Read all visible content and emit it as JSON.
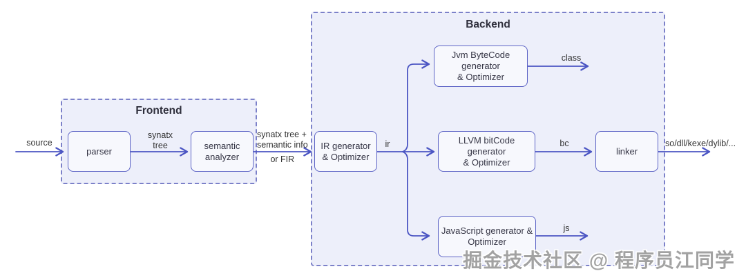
{
  "frontend": {
    "title": "Frontend",
    "parser": {
      "label": "parser"
    },
    "semantic_analyzer": {
      "line1": "semantic",
      "line2": "analyzer"
    }
  },
  "backend": {
    "title": "Backend",
    "ir_generator": {
      "line1": "IR generator",
      "line2": "& Optimizer"
    },
    "jvm_generator": {
      "line1": "Jvm ByteCode generator",
      "line2": "& Optimizer"
    },
    "llvm_generator": {
      "line1": "LLVM bitCode generator",
      "line2": "& Optimizer"
    },
    "linker": {
      "label": "linker"
    },
    "js_generator": {
      "line1": "JavaScript generator &",
      "line2": "Optimizer"
    }
  },
  "edge_labels": {
    "source": "source",
    "syntax_tree": {
      "line1": "synatx",
      "line2": "tree"
    },
    "frontend_output": {
      "line1": "synatx tree +",
      "line2": "semantic info",
      "line3": "or FIR"
    },
    "ir": "ir",
    "jvm_output": "class",
    "llvm_output": "bc",
    "js_output": "js",
    "final_output": "so/dll/kexe/dylib/..."
  },
  "watermark": "掘金技术社区 @ 程序员江同学",
  "colors": {
    "arrow": "#4b55c3",
    "node_border": "#5b62c5",
    "node_fill": "#f7f8fd",
    "container_fill": "#edeffa",
    "container_border": "#7c81c9",
    "text": "#363646",
    "watermark_text": "#a2a2a2"
  }
}
